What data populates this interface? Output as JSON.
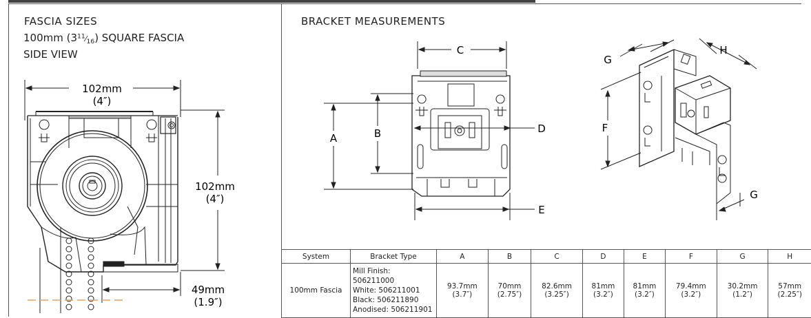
{
  "fascia": {
    "heading": "FASCIA SIZES",
    "subtitle_pre": "100mm (3",
    "subtitle_frac_num": "11",
    "subtitle_frac_den": "16",
    "subtitle_post": ") SQUARE FASCIA",
    "view_label": "SIDE VIEW",
    "width_mm": "102mm",
    "width_in": "(4″)",
    "height_mm": "102mm",
    "height_in": "(4″)",
    "offset_mm": "49mm",
    "offset_in": "(1.9″)"
  },
  "bracket": {
    "heading": "BRACKET MEASUREMENTS",
    "labels": {
      "A": "A",
      "B": "B",
      "C": "C",
      "D": "D",
      "E": "E",
      "F": "F",
      "G": "G",
      "H": "H"
    }
  },
  "table": {
    "headers": [
      "System",
      "Bracket Type",
      "A",
      "B",
      "C",
      "D",
      "E",
      "F",
      "G",
      "H"
    ],
    "row": {
      "system": "100mm Fascia",
      "bracket_types": [
        "Mill Finish: 506211000",
        "White: 506211001",
        "Black: 506211890",
        "Anodised: 506211901"
      ],
      "values": [
        {
          "mm": "93.7mm",
          "in": "(3.7″)"
        },
        {
          "mm": "70mm",
          "in": "(2.75″)"
        },
        {
          "mm": "82.6mm",
          "in": "(3.25″)"
        },
        {
          "mm": "81mm",
          "in": "(3.2″)"
        },
        {
          "mm": "81mm",
          "in": "(3.2″)"
        },
        {
          "mm": "79.4mm",
          "in": "(3.2″)"
        },
        {
          "mm": "30.2mm",
          "in": "(1.2″)"
        },
        {
          "mm": "57mm",
          "in": "(2.25″)"
        }
      ]
    }
  }
}
